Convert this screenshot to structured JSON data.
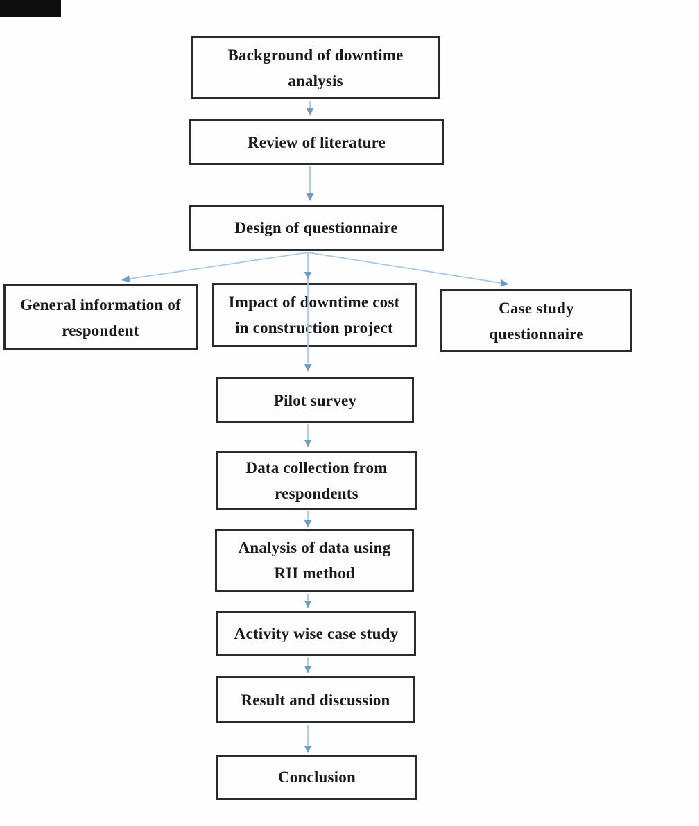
{
  "diagram": {
    "type": "flowchart",
    "background_color": "#fefefe",
    "box_border_color": "#2b2b2b",
    "box_fill_color": "#fdfdfd",
    "text_color": "#1a1a1a",
    "arrow_line_color": "#a8c6e3",
    "arrow_head_color": "#6d9cc9",
    "top_bar_color": "#0d0d0d"
  },
  "nodes": [
    {
      "id": "background",
      "label": [
        "Background of downtime",
        "analysis"
      ]
    },
    {
      "id": "review",
      "label": "Review of literature"
    },
    {
      "id": "design",
      "label": "Design of questionnaire"
    },
    {
      "id": "general",
      "label": [
        "General information of",
        "respondent"
      ]
    },
    {
      "id": "impact",
      "label": [
        "Impact of downtime cost",
        "in construction project"
      ]
    },
    {
      "id": "case_study",
      "label": [
        "Case study",
        "questionnaire"
      ]
    },
    {
      "id": "pilot",
      "label": "Pilot survey"
    },
    {
      "id": "data_collection",
      "label": [
        "Data collection from",
        "respondents"
      ]
    },
    {
      "id": "analysis",
      "label": [
        "Analysis of data using",
        "RII method"
      ]
    },
    {
      "id": "activity",
      "label": "Activity wise case study"
    },
    {
      "id": "result",
      "label": "Result and discussion"
    },
    {
      "id": "conclusion",
      "label": "Conclusion"
    }
  ],
  "edges": [
    {
      "from": "background",
      "to": "review"
    },
    {
      "from": "review",
      "to": "design"
    },
    {
      "from": "design",
      "to": "general"
    },
    {
      "from": "design",
      "to": "impact"
    },
    {
      "from": "design",
      "to": "case_study"
    },
    {
      "from": "impact",
      "to": "pilot"
    },
    {
      "from": "pilot",
      "to": "data_collection"
    },
    {
      "from": "data_collection",
      "to": "analysis"
    },
    {
      "from": "analysis",
      "to": "activity"
    },
    {
      "from": "activity",
      "to": "result"
    },
    {
      "from": "result",
      "to": "conclusion"
    }
  ]
}
